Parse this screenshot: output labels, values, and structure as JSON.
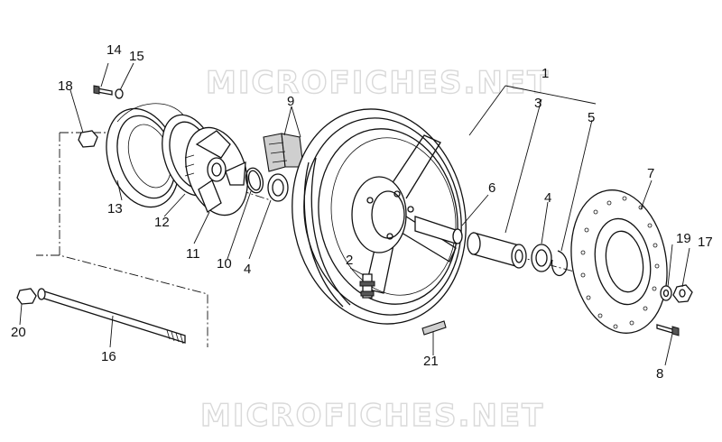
{
  "watermarks": [
    "MICROFICHES.NET",
    "MICROFICHES.NET"
  ],
  "callouts": [
    "1",
    "2",
    "3",
    "4",
    "4",
    "5",
    "6",
    "7",
    "8",
    "9",
    "10",
    "11",
    "12",
    "13",
    "14",
    "15",
    "16",
    "17",
    "18",
    "19",
    "20",
    "21"
  ]
}
